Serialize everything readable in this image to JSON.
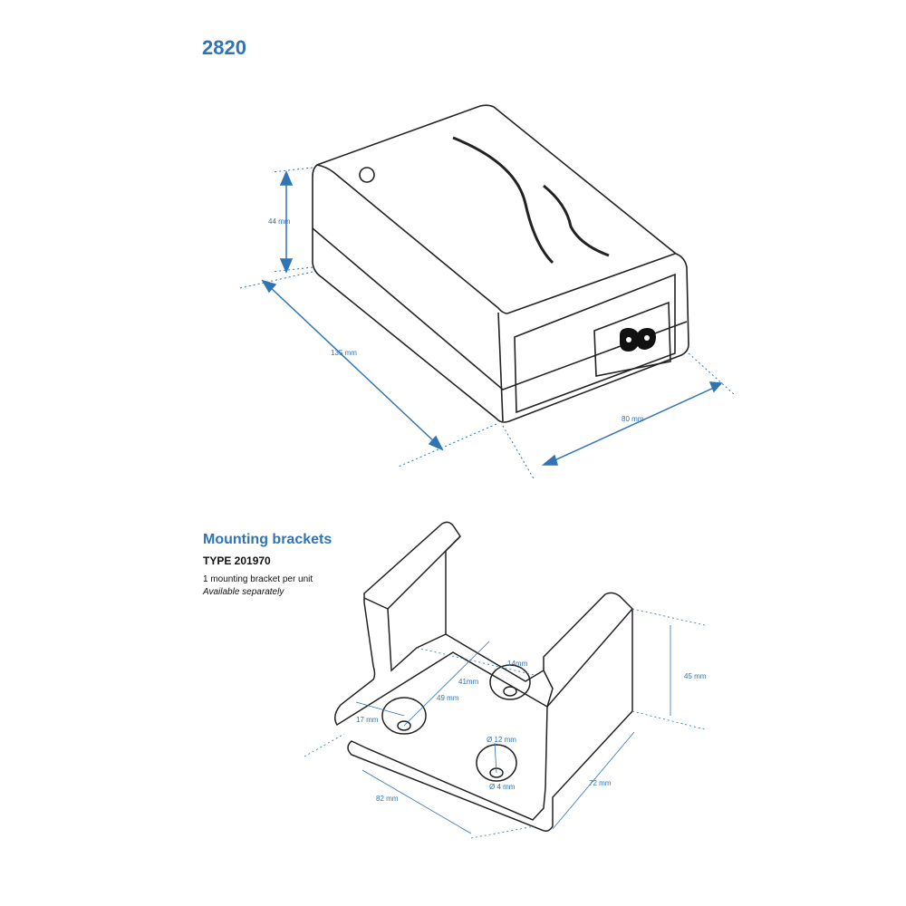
{
  "title": "2820",
  "dimensions": {
    "height": "44 mm",
    "length": "135 mm",
    "width": "80 mm"
  },
  "bracket": {
    "heading": "Mounting brackets",
    "type": "TYPE 201970",
    "note": "1 mounting bracket per unit",
    "availability": "Available separately",
    "dims": {
      "h": "45 mm",
      "d": "72 mm",
      "w": "82 mm",
      "a": "14mm",
      "b": "41mm",
      "c": "49 mm",
      "e": "17 mm",
      "outer": "Ø 12 mm",
      "inner": "Ø 4 mm"
    }
  },
  "colors": {
    "accent": "#2f74b5",
    "line": "#222222"
  }
}
